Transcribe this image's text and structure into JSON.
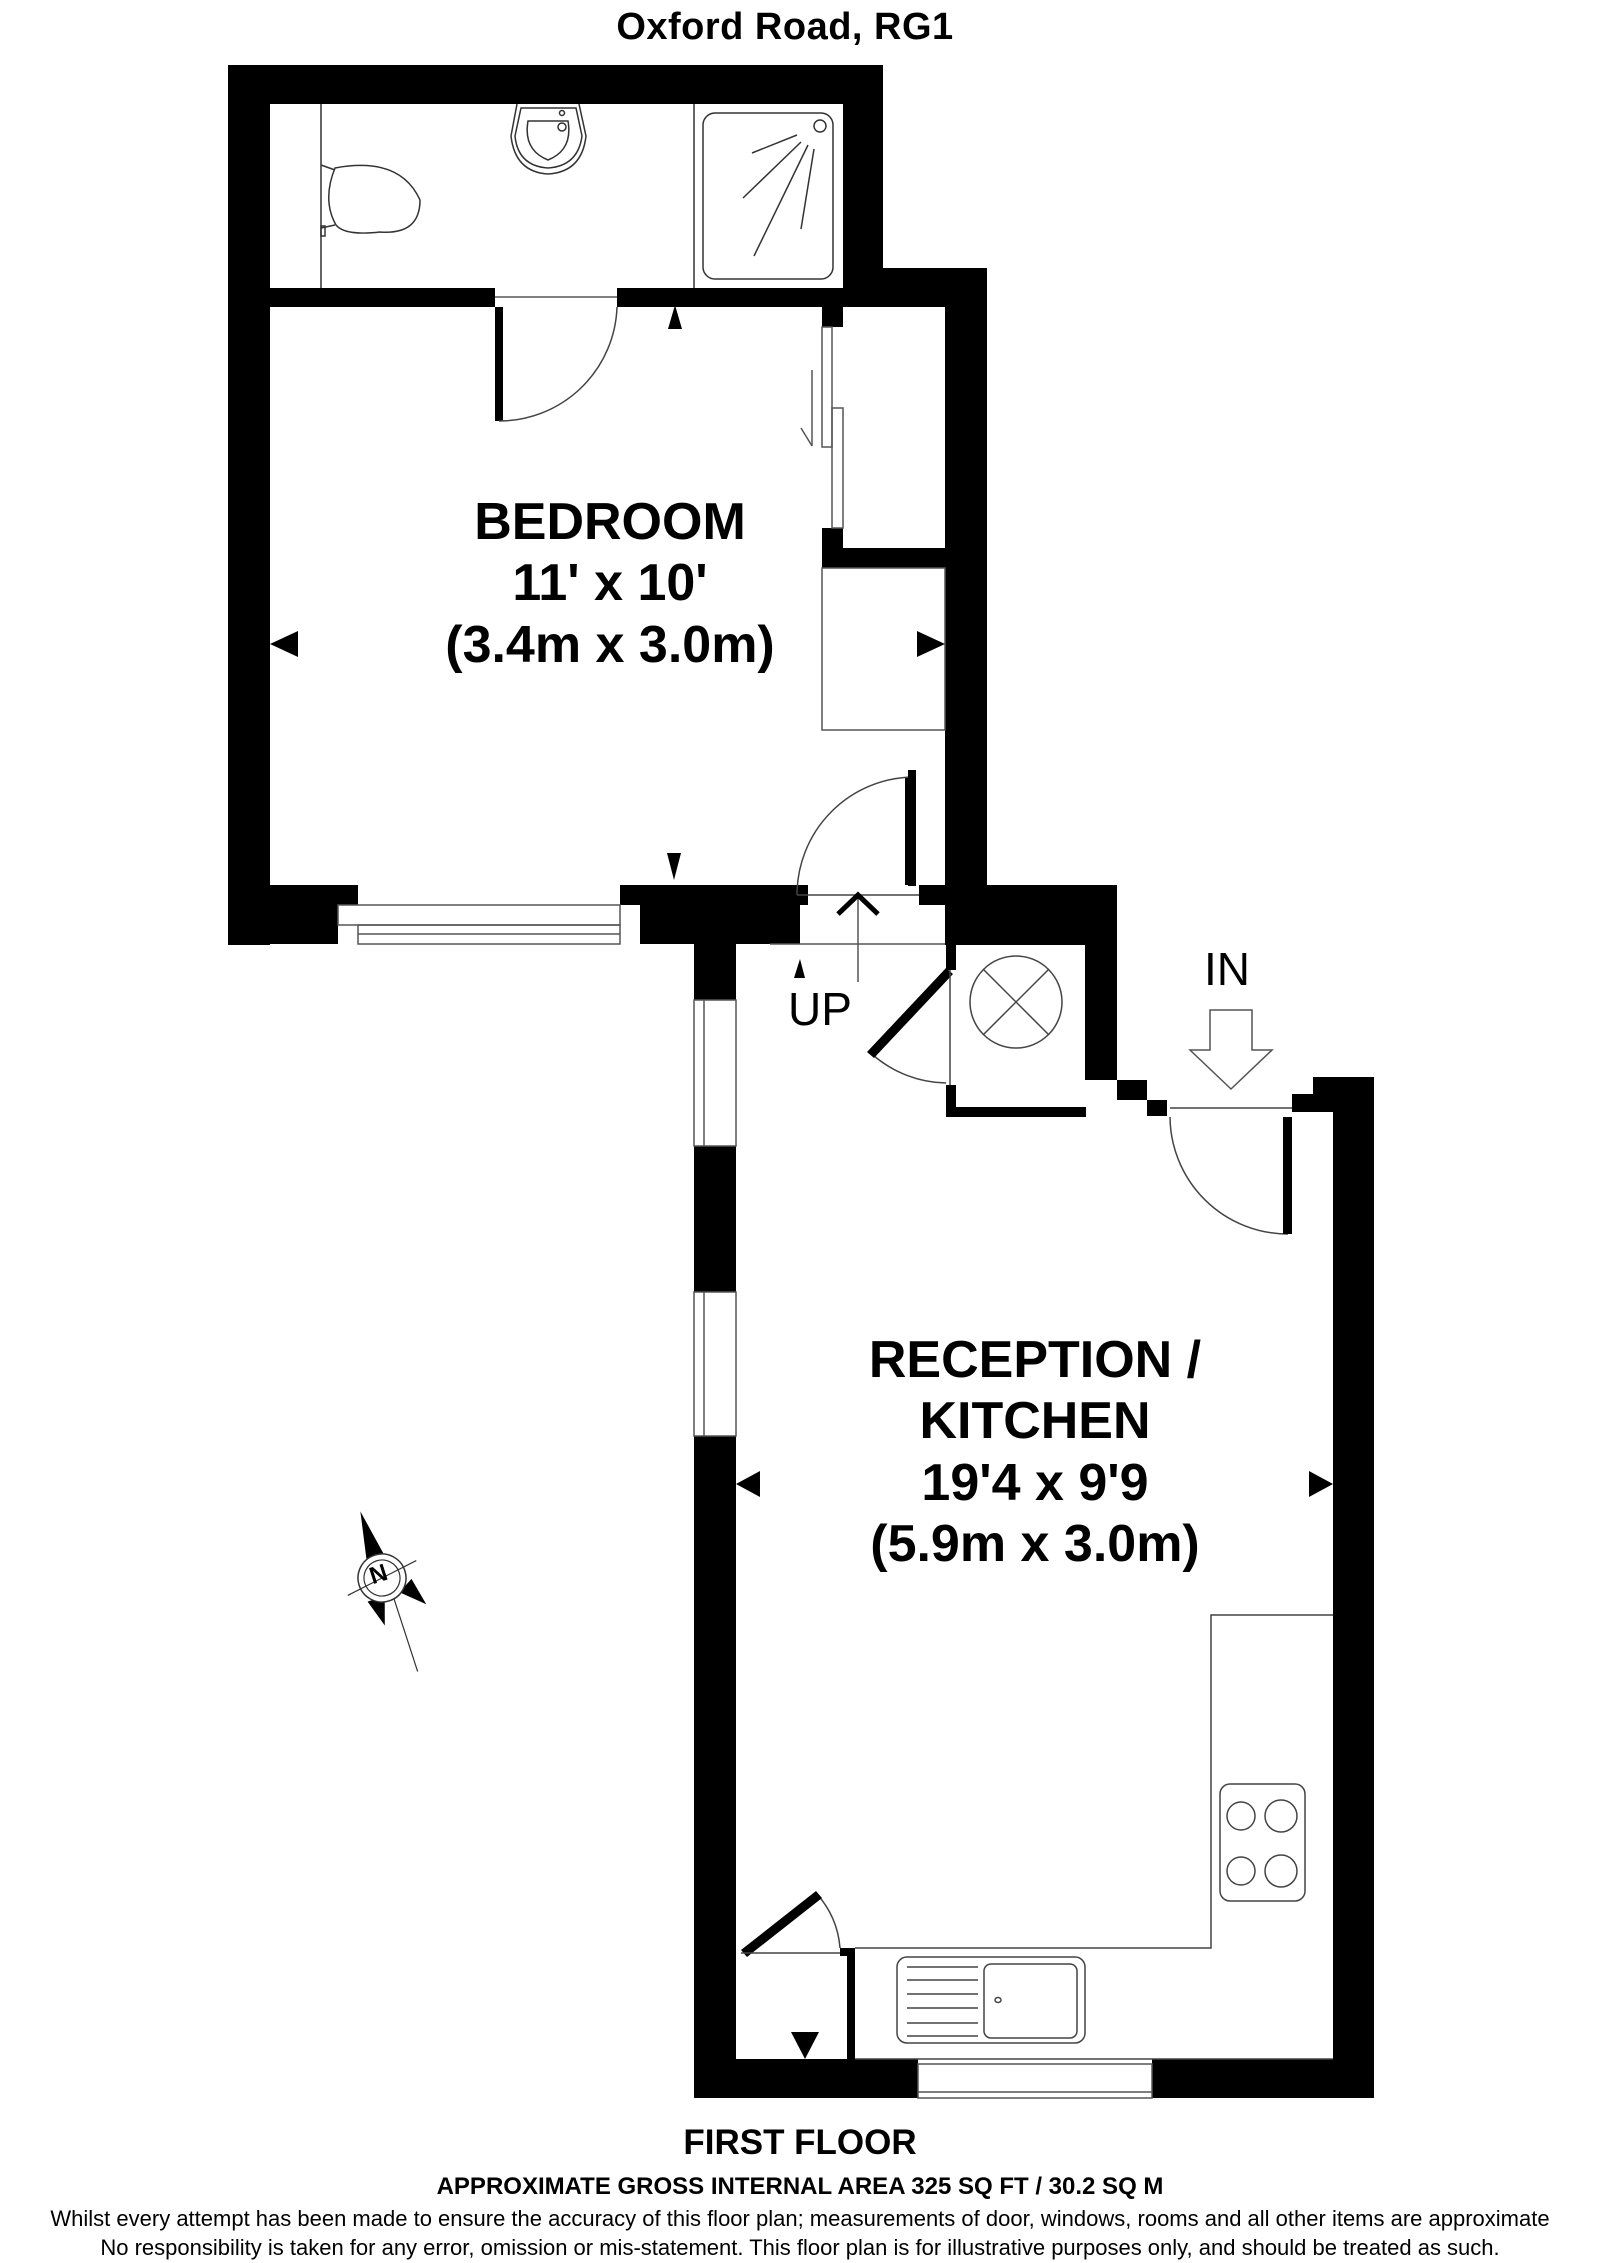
{
  "header": {
    "title": "Oxford Road, RG1"
  },
  "rooms": [
    {
      "id": "bedroom",
      "name": "BEDROOM",
      "imperial": "11' x 10'",
      "metric": "(3.4m x 3.0m)"
    },
    {
      "id": "reception-kitchen",
      "name_line1": "RECEPTION /",
      "name_line2": "KITCHEN",
      "imperial": "19'4 x 9'9",
      "metric": "(5.9m x 3.0m)"
    }
  ],
  "labels": {
    "stairs": "UP",
    "entrance": "IN",
    "compass": "N"
  },
  "footer": {
    "floor_name": "FIRST FLOOR",
    "area": "APPROXIMATE GROSS INTERNAL AREA 325 SQ FT / 30.2 SQ M",
    "disclaimer_line1": "Whilst every attempt has been made to ensure the accuracy of this floor plan; measurements of door, windows, rooms and all other items are approximate",
    "disclaimer_line2": "No responsibility is taken for any error, omission or mis-statement. This floor plan is for illustrative purposes only, and should be treated as such."
  },
  "colors": {
    "wall": "#000000",
    "fixture_line": "#555555",
    "background": "#ffffff"
  }
}
